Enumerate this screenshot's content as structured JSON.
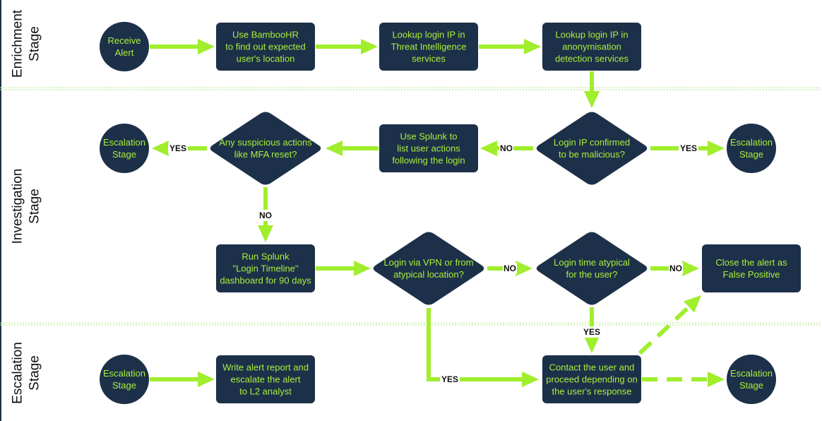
{
  "colors": {
    "node_fill": "#1d3049",
    "node_text": "#a8f03c",
    "arrow": "#a0ee2c",
    "divider": "#a8e87a",
    "lane_border": "#1d3049"
  },
  "lanes": [
    {
      "id": "enrichment",
      "lines": [
        "Enrichment",
        "Stage"
      ]
    },
    {
      "id": "investigation",
      "lines": [
        "Investigation",
        "Stage"
      ]
    },
    {
      "id": "escalation",
      "lines": [
        "Escalation",
        "Stage"
      ]
    }
  ],
  "nodes": [
    {
      "id": "receive-alert",
      "shape": "circle",
      "lines": [
        "Receive",
        "Alert"
      ]
    },
    {
      "id": "bamboohr",
      "shape": "rect",
      "lines": [
        "Use BambooHR",
        "to find out expected",
        "user's location"
      ]
    },
    {
      "id": "threat-intel",
      "shape": "rect",
      "lines": [
        "Lookup login IP in",
        "Threat Intelligence",
        "services"
      ]
    },
    {
      "id": "anonymisation",
      "shape": "rect",
      "lines": [
        "Lookup login IP in",
        "anonymisation",
        "detection services"
      ]
    },
    {
      "id": "ip-malicious",
      "shape": "diamond",
      "lines": [
        "Login IP confirmed",
        "to be malicious?"
      ]
    },
    {
      "id": "escalation-inv-right",
      "shape": "circle",
      "lines": [
        "Escalation",
        "Stage"
      ]
    },
    {
      "id": "splunk-actions",
      "shape": "rect",
      "lines": [
        "Use Splunk to",
        "list user actions",
        "following the login"
      ]
    },
    {
      "id": "suspicious-actions",
      "shape": "diamond",
      "lines": [
        "Any suspicious actions",
        "like MFA reset?"
      ]
    },
    {
      "id": "escalation-inv-left",
      "shape": "circle",
      "lines": [
        "Escalation",
        "Stage"
      ]
    },
    {
      "id": "login-timeline",
      "shape": "rect",
      "lines": [
        "Run Splunk",
        "\"Login Timeline\"",
        "dashboard for 90 days"
      ]
    },
    {
      "id": "vpn-location",
      "shape": "diamond",
      "lines": [
        "Login via VPN or from",
        "atypical location?"
      ]
    },
    {
      "id": "time-atypical",
      "shape": "diamond",
      "lines": [
        "Login time atypical",
        "for the user?"
      ]
    },
    {
      "id": "false-positive",
      "shape": "rect",
      "lines": [
        "Close the alert as",
        "False Positive"
      ]
    },
    {
      "id": "escalation-esc-left",
      "shape": "circle",
      "lines": [
        "Escalation",
        "Stage"
      ]
    },
    {
      "id": "write-report",
      "shape": "rect",
      "lines": [
        "Write alert report and",
        "escalate the alert",
        "to L2 analyst"
      ]
    },
    {
      "id": "contact-user",
      "shape": "rect",
      "lines": [
        "Contact the user and",
        "proceed depending on",
        "the user's response"
      ]
    },
    {
      "id": "escalation-esc-right",
      "shape": "circle",
      "lines": [
        "Escalation",
        "Stage"
      ]
    }
  ],
  "edges": [
    {
      "id": "receive-to-bamboohr",
      "label": "",
      "style": "solid"
    },
    {
      "id": "bamboohr-to-threat-intel",
      "label": "",
      "style": "solid"
    },
    {
      "id": "threat-intel-to-anonymisation",
      "label": "",
      "style": "solid"
    },
    {
      "id": "anonymisation-to-ip-malicious",
      "label": "",
      "style": "solid"
    },
    {
      "id": "ip-malicious-yes",
      "label": "YES",
      "style": "solid"
    },
    {
      "id": "ip-malicious-no",
      "label": "NO",
      "style": "solid"
    },
    {
      "id": "splunk-to-suspicious",
      "label": "",
      "style": "solid"
    },
    {
      "id": "suspicious-yes",
      "label": "YES",
      "style": "solid"
    },
    {
      "id": "suspicious-no",
      "label": "NO",
      "style": "solid"
    },
    {
      "id": "timeline-to-vpn",
      "label": "",
      "style": "solid"
    },
    {
      "id": "vpn-no",
      "label": "NO",
      "style": "solid"
    },
    {
      "id": "time-no",
      "label": "NO",
      "style": "solid"
    },
    {
      "id": "time-yes",
      "label": "YES",
      "style": "solid"
    },
    {
      "id": "vpn-yes",
      "label": "YES",
      "style": "solid"
    },
    {
      "id": "escalation-to-report",
      "label": "",
      "style": "solid"
    },
    {
      "id": "contact-to-false-positive",
      "label": "",
      "style": "dashed"
    },
    {
      "id": "contact-to-escalation",
      "label": "",
      "style": "dashed"
    }
  ]
}
